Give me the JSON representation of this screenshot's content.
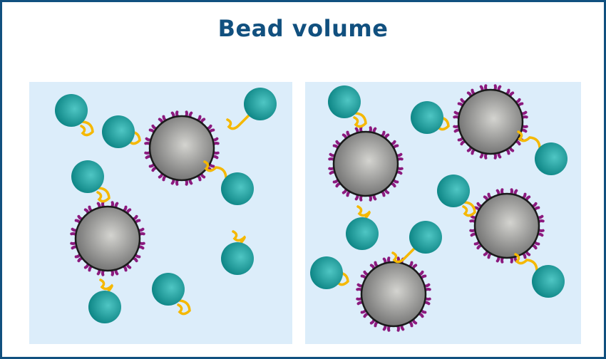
{
  "title": "Bead volume",
  "colors": {
    "frame": "#11507f",
    "panel_bg": "#dcedfa",
    "bead_fill_center": "#d4d4d0",
    "bead_fill_edge": "#6e6e6e",
    "bead_outline": "#1a1a1a",
    "receptor": "#8b1a7e",
    "linker": "#f5b800",
    "target": "#139a9a"
  },
  "panels": [
    {
      "name": "left-panel",
      "bead_count": 2,
      "free_target_count": 8
    },
    {
      "name": "right-panel",
      "bead_count": 4,
      "free_target_count": 8
    }
  ]
}
